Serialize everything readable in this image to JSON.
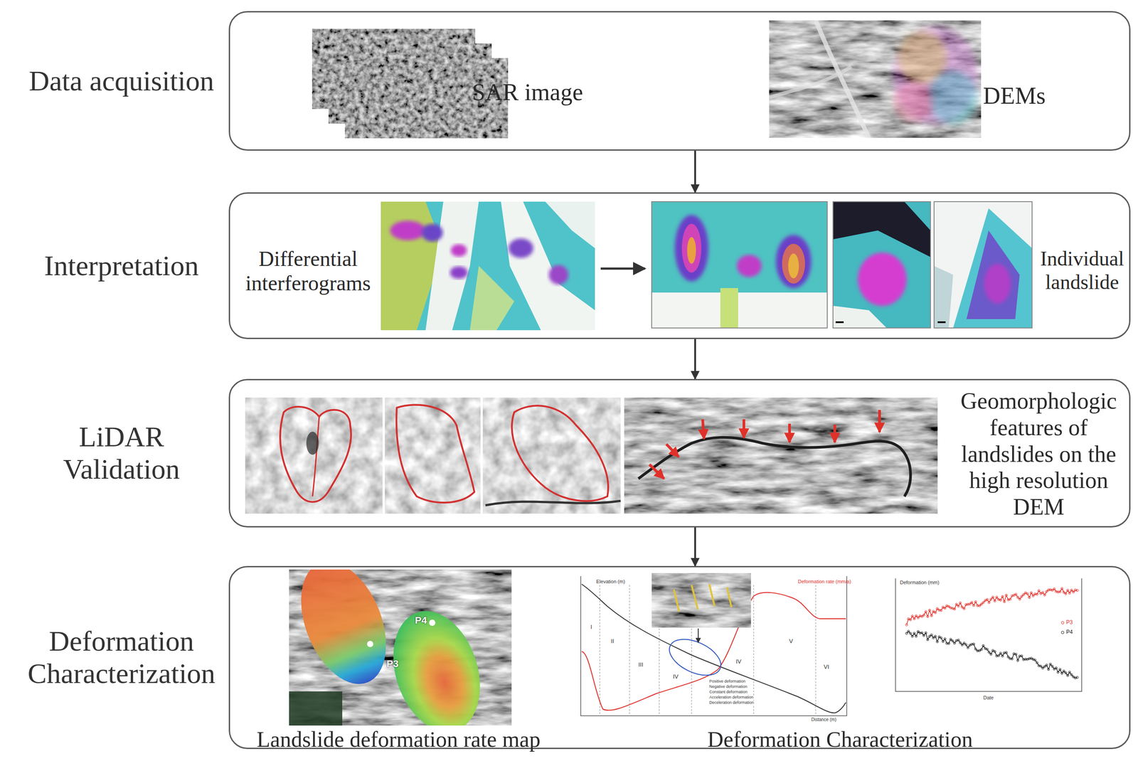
{
  "diagram": {
    "nodes": [
      {
        "text": [
          "Data acquisition",
          "SAR image",
          "DEMs"
        ]
      },
      {
        "text": [
          "Interpretation",
          "Differential interferograms",
          "Individual landslide"
        ]
      },
      {
        "text": [
          "LiDAR Validation",
          "Geomorphologic features of landslides on the high resolution DEM"
        ]
      },
      {
        "text": [
          "Deformation Characterization",
          "Landslide deformation rate map",
          "Deformation Characterization"
        ]
      }
    ],
    "edges": [
      {
        "from": 0,
        "to": 1,
        "arrow": "to"
      },
      {
        "from": 1,
        "to": 2,
        "arrow": "to"
      },
      {
        "from": 2,
        "to": 3,
        "arrow": "to"
      }
    ],
    "labels": [
      "P4",
      "P3",
      "Elevation (m)",
      "Deformation rate (mm/a)",
      "I",
      "II",
      "III",
      "IV",
      "IV",
      "V",
      "VI",
      "Positive deformation",
      "Negative deformation",
      "Constant deformation",
      "Acceleration deformation",
      "Deceleration deformation",
      "Distance (m)",
      "Deformation (mm)",
      "P3",
      "P4",
      "Date"
    ]
  }
}
